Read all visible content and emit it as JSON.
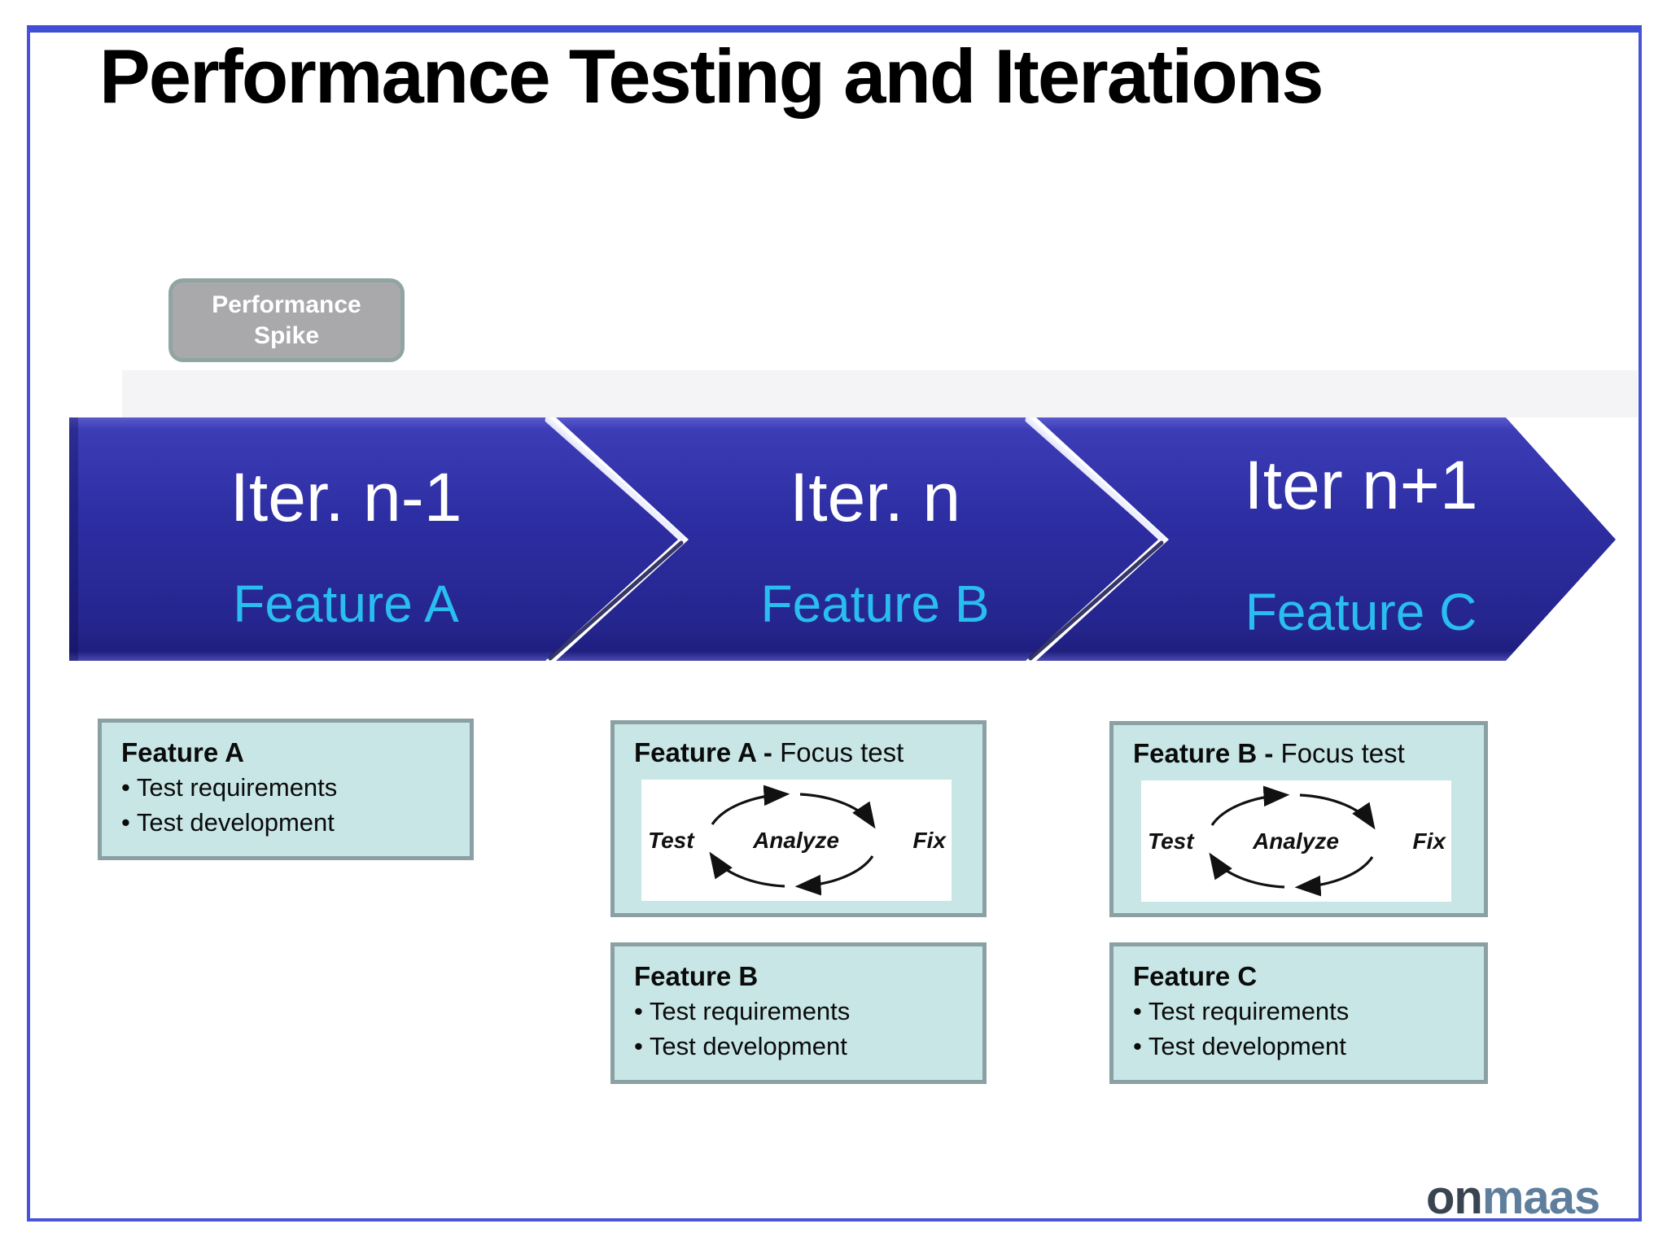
{
  "slide": {
    "title": "Performance Testing and Iterations"
  },
  "spike": {
    "line1": "Performance",
    "line2": "Spike"
  },
  "chevrons": [
    {
      "iteration": "Iter. n-1",
      "feature": "Feature A"
    },
    {
      "iteration": "Iter. n",
      "feature": "Feature B"
    },
    {
      "iteration": "Iter n+1",
      "feature": "Feature C"
    }
  ],
  "feature_boxes": [
    {
      "title": "Feature A",
      "bullets": [
        "• Test requirements",
        "• Test development"
      ]
    },
    {
      "title": "Feature B",
      "bullets": [
        "• Test requirements",
        "• Test development"
      ]
    },
    {
      "title": "Feature C",
      "bullets": [
        "• Test requirements",
        "• Test development"
      ]
    }
  ],
  "focus_boxes": [
    {
      "title_bold": "Feature A - ",
      "title_rest": "Focus test",
      "cycle": {
        "left": "Test",
        "center": "Analyze",
        "right": "Fix"
      }
    },
    {
      "title_bold": "Feature B - ",
      "title_rest": "Focus test",
      "cycle": {
        "left": "Test",
        "center": "Analyze",
        "right": "Fix"
      }
    }
  ],
  "logo": {
    "part1": "on",
    "part2": "maas"
  },
  "colors": {
    "chevron_blue": "#2d2da2",
    "feature_text": "#29bdf0",
    "note_fill": "#c8e6e6",
    "note_border": "#8ba0a2",
    "spike_fill": "#a9a9ab",
    "frame_blue": "#4754d8"
  }
}
